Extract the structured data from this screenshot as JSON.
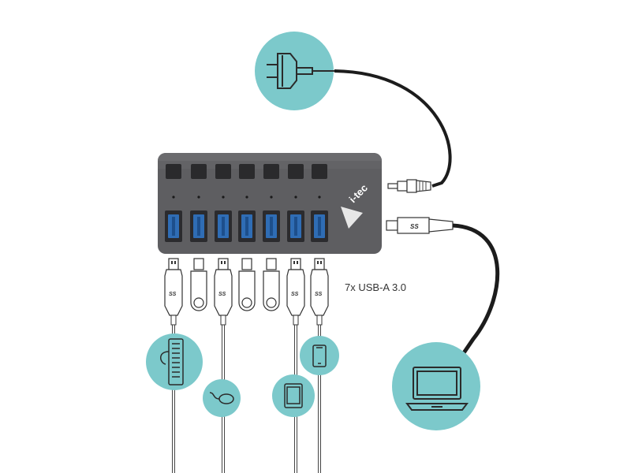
{
  "hub": {
    "brand": "i-tec",
    "buttons": 7,
    "ports": 7
  },
  "caption": "7x USB-A 3.0",
  "usb_logo_text": "SS",
  "colors": {
    "circle_fill": "#7cc9cb",
    "hub_body": "#5e5e61",
    "port_blue": "#2f6db5",
    "cable": "#1c1c1c",
    "line": "#2b2b2b"
  },
  "devices": {
    "power_plug": "power-plug-icon",
    "laptop": "laptop-icon",
    "keyboard": "keyboard-icon",
    "mouse": "mouse-icon",
    "tablet": "tablet-icon",
    "phone": "phone-icon"
  }
}
